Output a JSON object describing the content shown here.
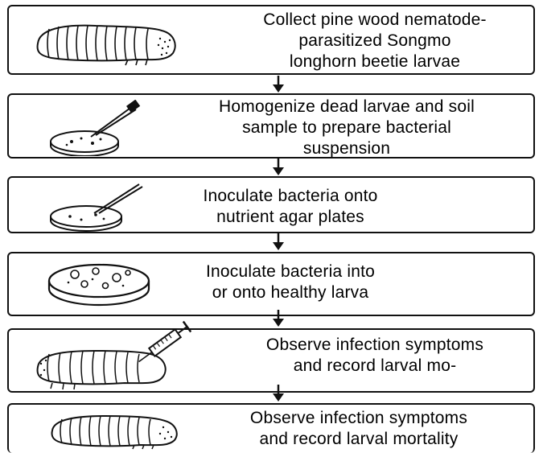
{
  "steps": [
    {
      "lines": [
        "Collect pine wood nematode-",
        "parasitized Songmo",
        "longhorn beetie larvae"
      ],
      "icon": "larva-icon"
    },
    {
      "lines": [
        "Homogenize dead larvae and soil",
        "sample to prepare bacterial",
        "suspension"
      ],
      "icon": "petri-dish-pipette-icon"
    },
    {
      "lines": [
        "Inoculate bacteria onto",
        "nutrient agar plates"
      ],
      "icon": "petri-dish-pipette-icon"
    },
    {
      "lines": [
        "Inoculate bacteria into",
        "or onto healthy larva"
      ],
      "icon": "petri-dish-colonies-icon"
    },
    {
      "lines": [
        "Observe infection symptoms",
        "and record larval mo-"
      ],
      "icon": "larva-syringe-icon"
    },
    {
      "lines": [
        "Observe infection symptoms",
        "and record larval mortality"
      ],
      "icon": "larva-icon"
    }
  ],
  "colors": {
    "line": "#111111",
    "background": "#ffffff"
  }
}
